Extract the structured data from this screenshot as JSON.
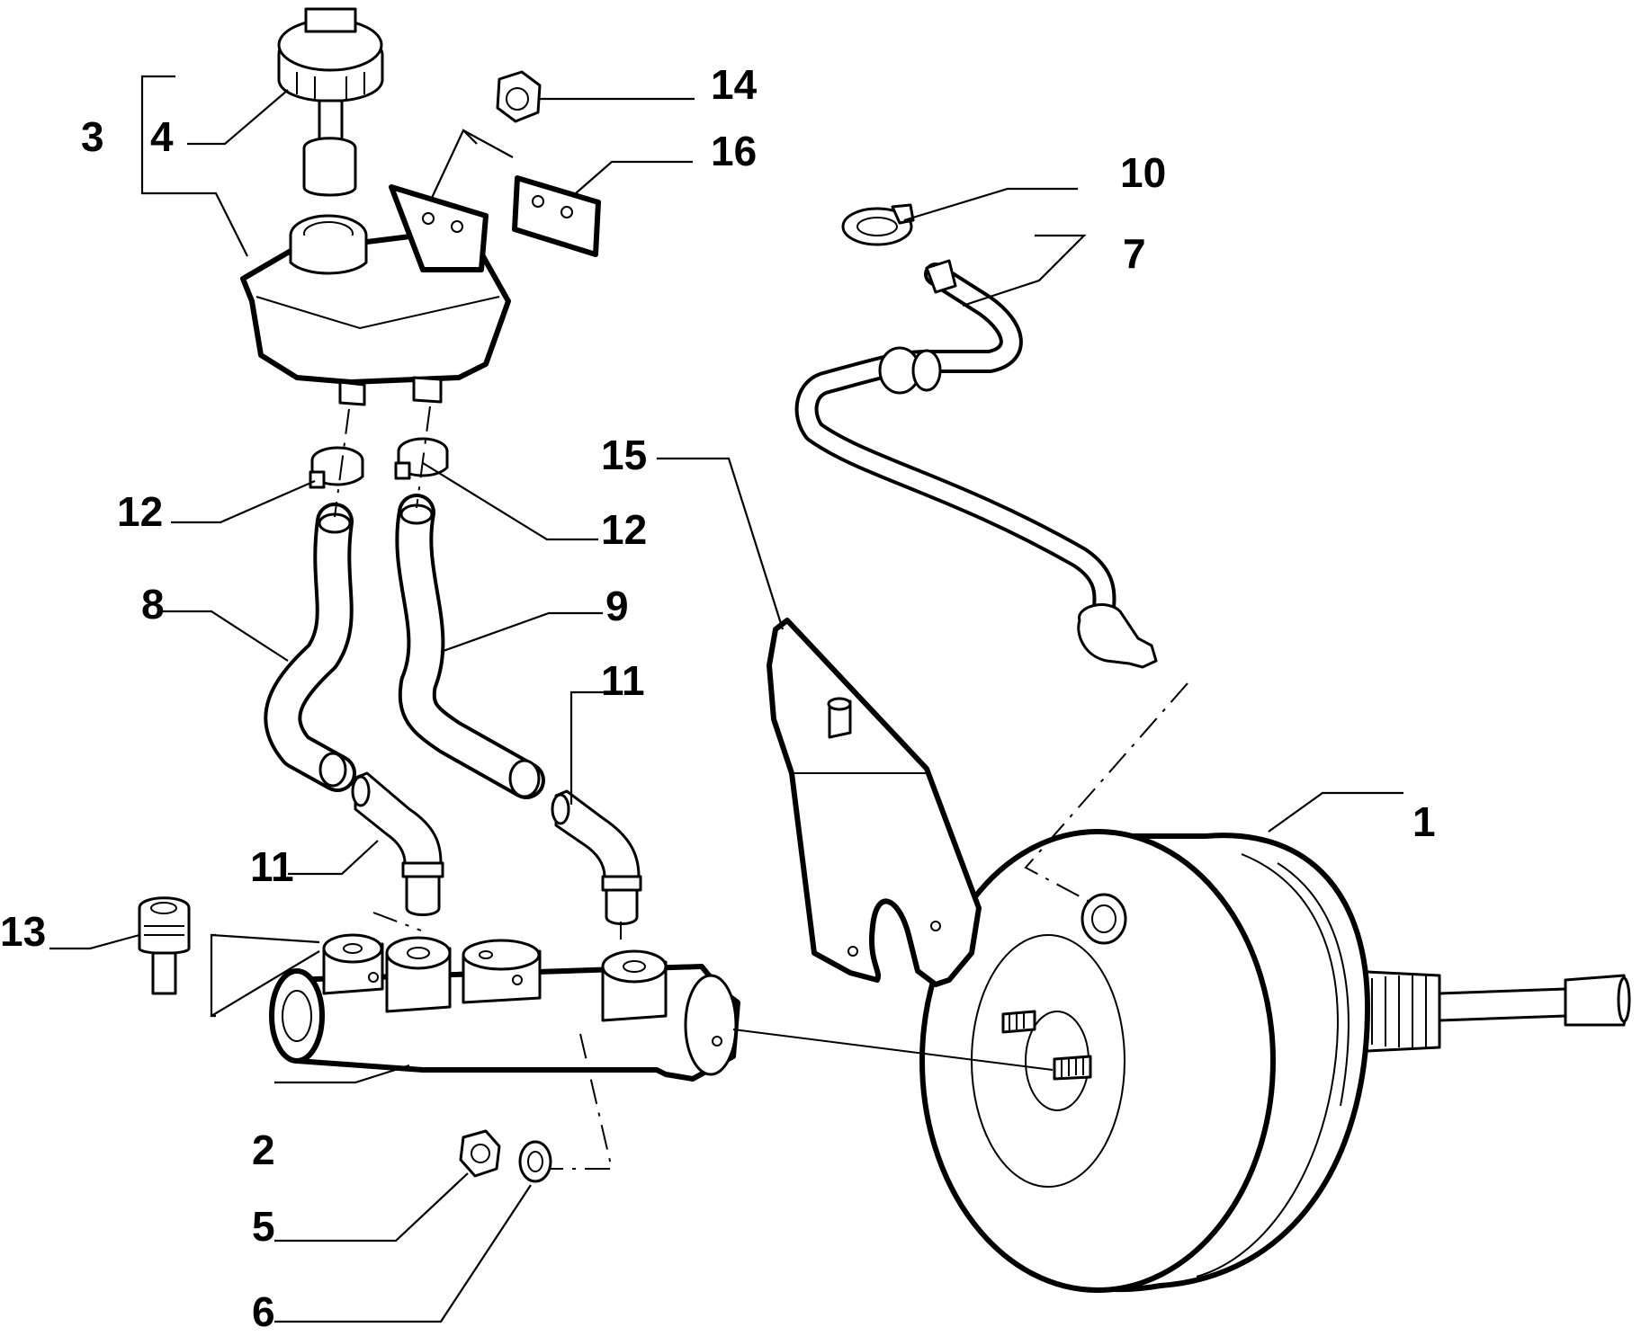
{
  "callouts": {
    "c1": "1",
    "c2": "2",
    "c3": "3",
    "c4": "4",
    "c5": "5",
    "c6": "6",
    "c7": "7",
    "c8": "8",
    "c9": "9",
    "c10": "10",
    "c11a": "11",
    "c11b": "11",
    "c12a": "12",
    "c12b": "12",
    "c13": "13",
    "c14": "14",
    "c15": "15",
    "c16": "16"
  }
}
